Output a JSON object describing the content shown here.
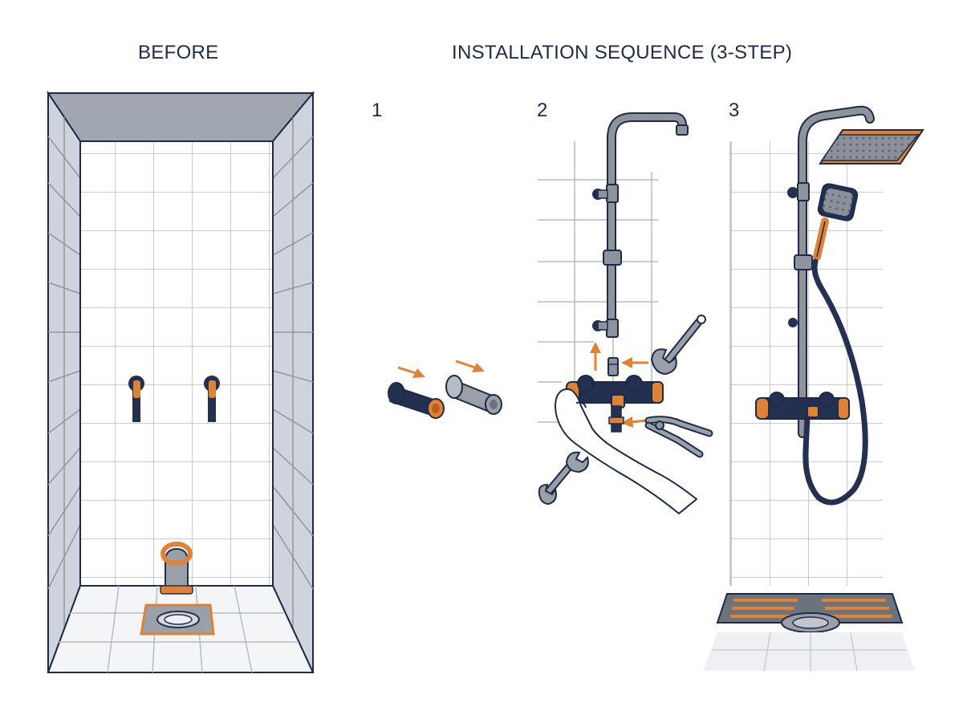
{
  "headings": {
    "before": "BEFORE",
    "sequence": "INSTALLATION SEQUENCE (3-STEP)"
  },
  "steps": [
    {
      "number": "1"
    },
    {
      "number": "2"
    },
    {
      "number": "3"
    }
  ],
  "colors": {
    "navy": "#23304f",
    "orange": "#e08236",
    "steel": "#8d949c",
    "tile": "#eef0f4",
    "grout": "#b9bec7",
    "outline": "#1d2a4a"
  }
}
